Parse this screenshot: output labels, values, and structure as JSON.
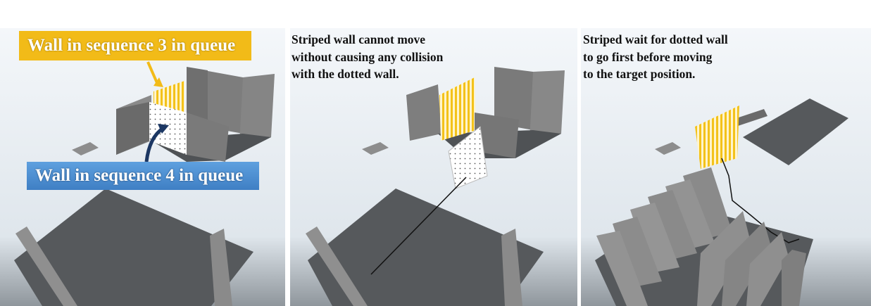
{
  "panels": [
    {
      "callouts": {
        "wall_seq3": "Wall in sequence 3 in queue",
        "wall_seq4": "Wall in sequence 4 in queue"
      }
    },
    {
      "caption": "Striped wall cannot move\nwithout causing any collision\nwith the dotted wall."
    },
    {
      "caption": "Striped wait for dotted wall\nto go first before moving\nto the target position."
    }
  ],
  "colors": {
    "callout_yellow": "#f2bb18",
    "callout_blue": "#4a8fd4",
    "wall_grey": "#6c6c6c",
    "slab_grey": "#56595c",
    "striped_wall": "#f3c21a",
    "dotted_wall": "#ffffff",
    "arrow_navy": "#1c3763"
  }
}
